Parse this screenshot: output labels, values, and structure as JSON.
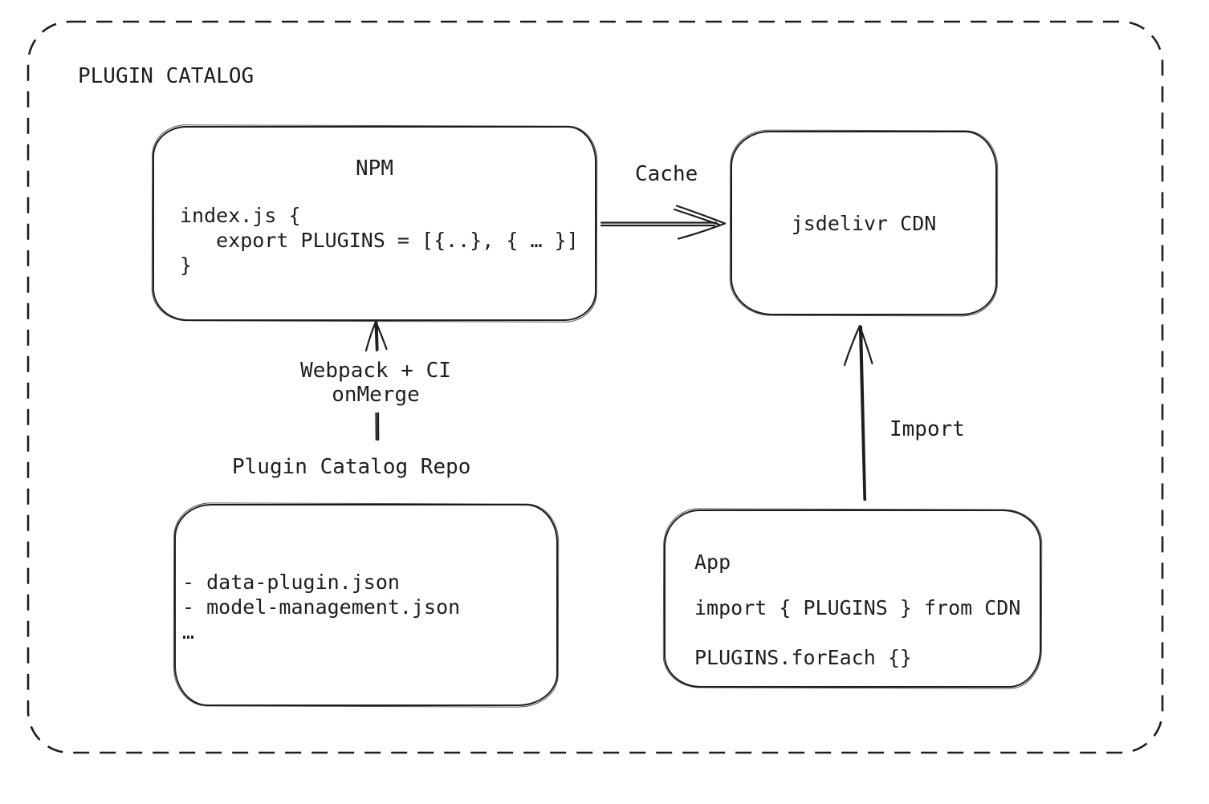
{
  "diagram": {
    "title": "PLUGIN CATALOG",
    "nodes": {
      "npm": {
        "title": "NPM",
        "code_lines": [
          "index.js {",
          "   export PLUGINS = [{..}, { … }]",
          "}"
        ]
      },
      "cdn": {
        "label": "jsdelivr CDN"
      },
      "repo": {
        "label": "Plugin Catalog Repo",
        "files": [
          "- data-plugin.json",
          "- model-management.json",
          "…"
        ]
      },
      "app": {
        "title": "App",
        "code_lines": [
          "import { PLUGINS } from CDN",
          "PLUGINS.forEach {}"
        ]
      }
    },
    "edges": {
      "cache": {
        "label": "Cache"
      },
      "build": {
        "labels": [
          "Webpack + CI",
          "onMerge"
        ]
      },
      "import": {
        "label": "Import"
      }
    },
    "colors": {
      "stroke": "#1e1e1e",
      "background": "#ffffff"
    }
  }
}
